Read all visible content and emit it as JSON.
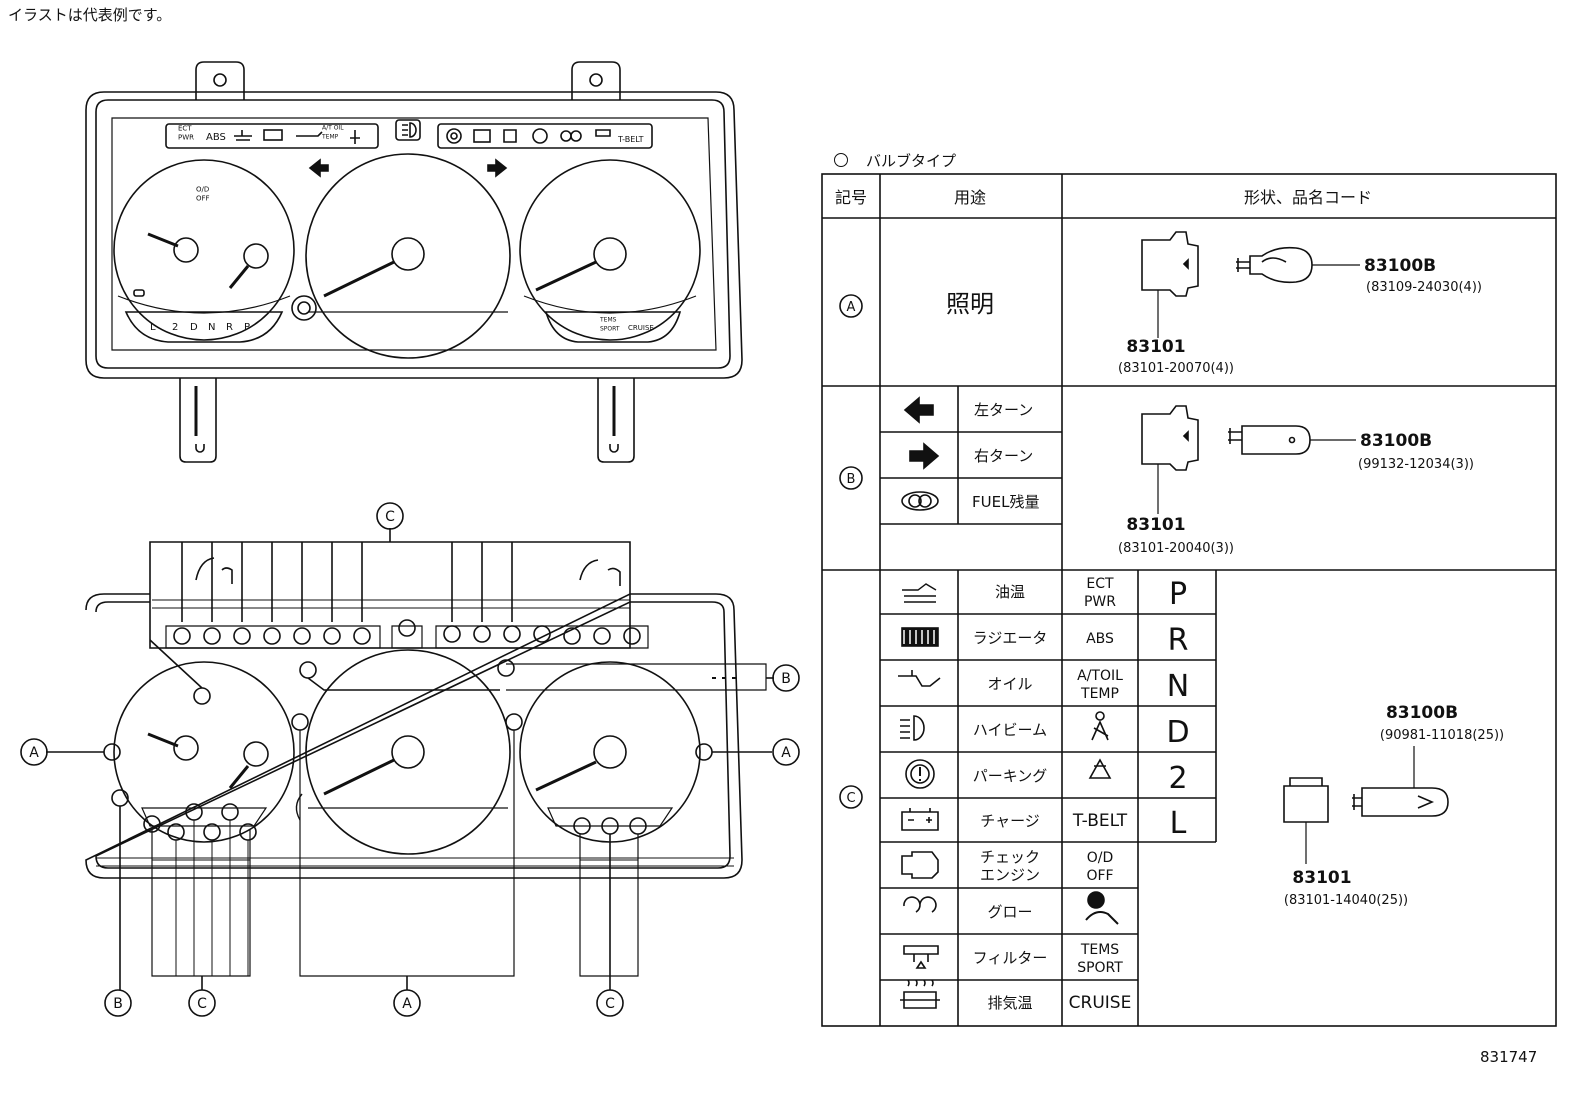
{
  "note": "イラストは代表例です。",
  "legend": "バルブタイプ",
  "doc_number": "831747",
  "table": {
    "headers": {
      "symbol": "記号",
      "usage": "用途",
      "shape": "形状、品名コード"
    },
    "group_a": {
      "symbol": "A",
      "usage": "照明",
      "socket_code": "83101",
      "socket_part": "(83101-20070(4))",
      "bulb_code": "83100B",
      "bulb_part": "(83109-24030(4))"
    },
    "group_b": {
      "symbol": "B",
      "rows": [
        "左ターン",
        "右ターン",
        "FUEL残量"
      ],
      "socket_code": "83101",
      "socket_part": "(83101-20040(3))",
      "bulb_code": "83100B",
      "bulb_part": "(99132-12034(3))"
    },
    "group_c": {
      "symbol": "C",
      "rows": [
        "油温",
        "ラジエータ",
        "オイル",
        "ハイビーム",
        "パーキング",
        "チャージ",
        "チェック\nエンジン",
        "グロー",
        "フィルター",
        "排気温"
      ],
      "text_rows": [
        "ECT\nPWR",
        "ABS",
        "A/TOIL\nTEMP",
        "",
        "",
        "T-BELT",
        "O/D\nOFF",
        "",
        "TEMS\nSPORT",
        "CRUISE"
      ],
      "gears": [
        "P",
        "R",
        "N",
        "D",
        "2",
        "L"
      ],
      "bulb_code": "83100B",
      "bulb_part": "(90981-11018(25))",
      "socket_code": "83101",
      "socket_part": "(83101-14040(25))"
    }
  },
  "cluster": {
    "warning_strip_left": [
      "ECT\nPWR",
      "ABS",
      "A/T OIL\nTEMP"
    ],
    "warning_strip_right_end": "T-BELT",
    "od_off": "O/D\nOFF",
    "gear_strip": [
      "L",
      "2",
      "D",
      "N",
      "R",
      "P"
    ],
    "right_strip": [
      "TEMS\nSPORT",
      "CRUISE"
    ]
  },
  "callouts": {
    "top_c": "C",
    "left_a": "A",
    "right_a": "A",
    "right_b": "B",
    "bottom_b": "B",
    "bottom_c1": "C",
    "bottom_a": "A",
    "bottom_c2": "C"
  }
}
